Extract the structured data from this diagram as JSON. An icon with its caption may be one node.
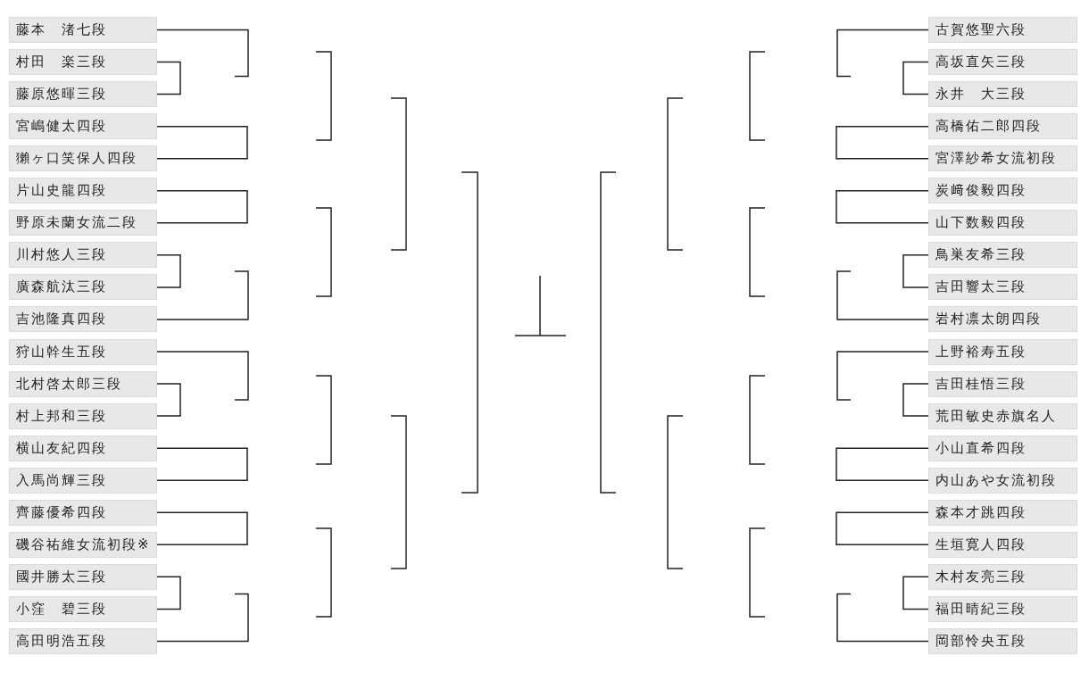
{
  "diagram": {
    "nodes": [
      {
        "text": [
          "藤本　渚七段"
        ]
      },
      {
        "text": [
          "村田　楽三段"
        ]
      },
      {
        "text": [
          "藤原悠暉三段"
        ]
      },
      {
        "text": [
          "宮嶋健太四段"
        ]
      },
      {
        "text": [
          "獺ヶ口笑保人四段"
        ]
      },
      {
        "text": [
          "片山史龍四段"
        ]
      },
      {
        "text": [
          "野原未蘭女流二段"
        ]
      },
      {
        "text": [
          "川村悠人三段"
        ]
      },
      {
        "text": [
          "廣森航汰三段"
        ]
      },
      {
        "text": [
          "吉池隆真四段"
        ]
      },
      {
        "text": [
          "狩山幹生五段"
        ]
      },
      {
        "text": [
          "北村啓太郎三段"
        ]
      },
      {
        "text": [
          "村上邦和三段"
        ]
      },
      {
        "text": [
          "横山友紀四段"
        ]
      },
      {
        "text": [
          "入馬尚輝三段"
        ]
      },
      {
        "text": [
          "齊藤優希四段"
        ]
      },
      {
        "text": [
          "磯谷祐維女流初段※"
        ]
      },
      {
        "text": [
          "國井勝太三段"
        ]
      },
      {
        "text": [
          "小窪　碧三段"
        ]
      },
      {
        "text": [
          "高田明浩五段"
        ]
      },
      {
        "text": [
          "古賀悠聖六段"
        ]
      },
      {
        "text": [
          "高坂直矢三段"
        ]
      },
      {
        "text": [
          "永井　大三段"
        ]
      },
      {
        "text": [
          "高橋佑二郎四段"
        ]
      },
      {
        "text": [
          "宮澤紗希女流初段"
        ]
      },
      {
        "text": [
          "炭﨑俊毅四段"
        ]
      },
      {
        "text": [
          "山下数毅四段"
        ]
      },
      {
        "text": [
          "鳥巣友希三段"
        ]
      },
      {
        "text": [
          "吉田響太三段"
        ]
      },
      {
        "text": [
          "岩村凛太朗四段"
        ]
      },
      {
        "text": [
          "上野裕寿五段"
        ]
      },
      {
        "text": [
          "吉田桂悟三段"
        ]
      },
      {
        "text": [
          "荒田敏史赤旗名人"
        ]
      },
      {
        "text": [
          "小山直希四段"
        ]
      },
      {
        "text": [
          "内山あや女流初段"
        ]
      },
      {
        "text": [
          "森本才跳四段"
        ]
      },
      {
        "text": [
          "生垣寛人四段"
        ]
      },
      {
        "text": [
          "木村友亮三段"
        ]
      },
      {
        "text": [
          "福田晴紀三段"
        ]
      },
      {
        "text": [
          "岡部怜央五段"
        ]
      }
    ],
    "edges": [
      {
        "from": 0,
        "to": null,
        "arrow": "none"
      },
      {
        "from": 1,
        "to": 2,
        "arrow": "none"
      },
      {
        "from": 3,
        "to": 4,
        "arrow": "none"
      },
      {
        "from": 5,
        "to": 6,
        "arrow": "none"
      },
      {
        "from": 7,
        "to": 8,
        "arrow": "none"
      },
      {
        "from": 9,
        "to": null,
        "arrow": "none"
      },
      {
        "from": 10,
        "to": null,
        "arrow": "none"
      },
      {
        "from": 11,
        "to": 12,
        "arrow": "none"
      },
      {
        "from": 13,
        "to": 14,
        "arrow": "none"
      },
      {
        "from": 15,
        "to": 16,
        "arrow": "none"
      },
      {
        "from": 17,
        "to": 18,
        "arrow": "none"
      },
      {
        "from": 19,
        "to": null,
        "arrow": "none"
      },
      {
        "from": 20,
        "to": null,
        "arrow": "none"
      },
      {
        "from": 21,
        "to": 22,
        "arrow": "none"
      },
      {
        "from": 23,
        "to": 24,
        "arrow": "none"
      },
      {
        "from": 25,
        "to": 26,
        "arrow": "none"
      },
      {
        "from": 27,
        "to": 28,
        "arrow": "none"
      },
      {
        "from": 29,
        "to": null,
        "arrow": "none"
      },
      {
        "from": 30,
        "to": null,
        "arrow": "none"
      },
      {
        "from": 31,
        "to": 32,
        "arrow": "none"
      },
      {
        "from": 33,
        "to": 34,
        "arrow": "none"
      },
      {
        "from": 35,
        "to": 36,
        "arrow": "none"
      },
      {
        "from": 37,
        "to": 38,
        "arrow": "none"
      },
      {
        "from": 39,
        "to": null,
        "arrow": "none"
      }
    ]
  }
}
